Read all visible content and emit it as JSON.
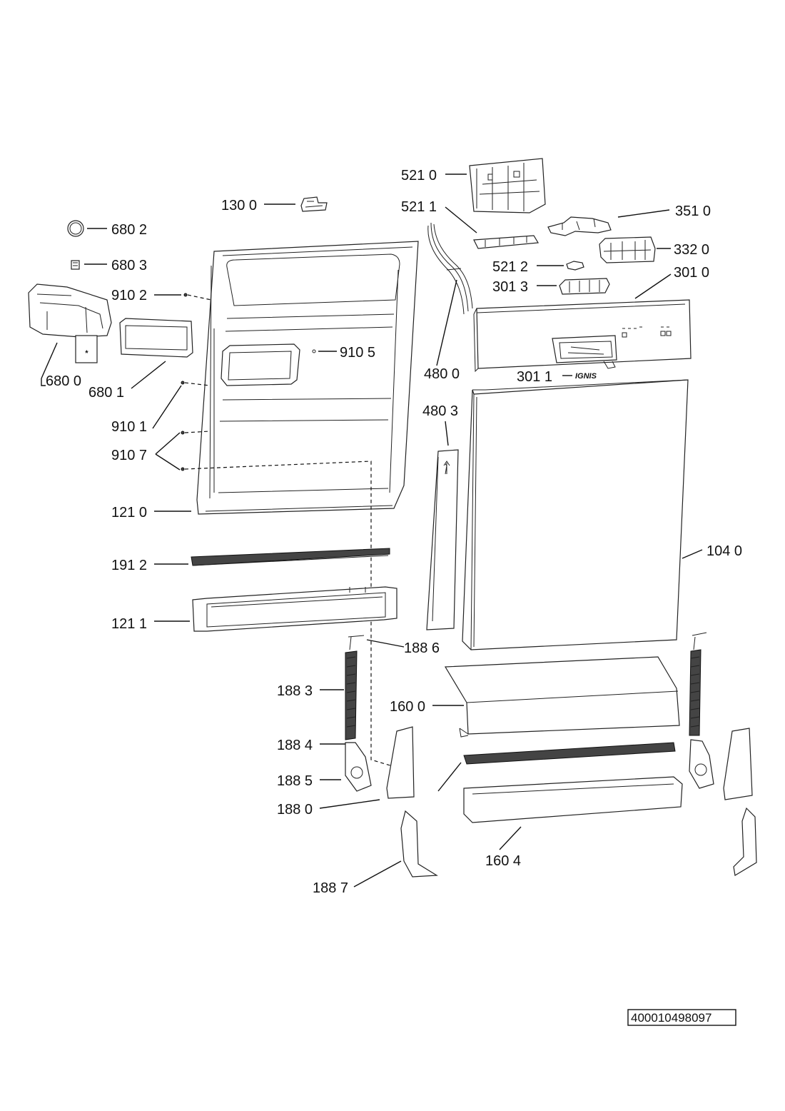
{
  "labels": {
    "l5210": "521 0",
    "l1300": "130 0",
    "l5211": "521 1",
    "l3510": "351 0",
    "l6802": "680 2",
    "l3320": "332 0",
    "l6803": "680 3",
    "l5212": "521 2",
    "l3010": "301 0",
    "l3013": "301 3",
    "l9102": "910 2",
    "l9105": "910 5",
    "l4800": "480 0",
    "l6800": "680 0",
    "l6801": "680 1",
    "l3011": "301 1",
    "l9101": "910 1",
    "l4803": "480 3",
    "l9107": "910 7",
    "l1210": "121 0",
    "l1912": "191 2",
    "l1040": "104 0",
    "l1211": "121 1",
    "l1886": "188 6",
    "l1883": "188 3",
    "l1600": "160 0",
    "l1884": "188 4",
    "l1885": "188 5",
    "l1880": "188 0",
    "l1604": "160 4",
    "l1887": "188 7"
  },
  "brand_badge": "IGNIS",
  "doc_code": "400010498097"
}
